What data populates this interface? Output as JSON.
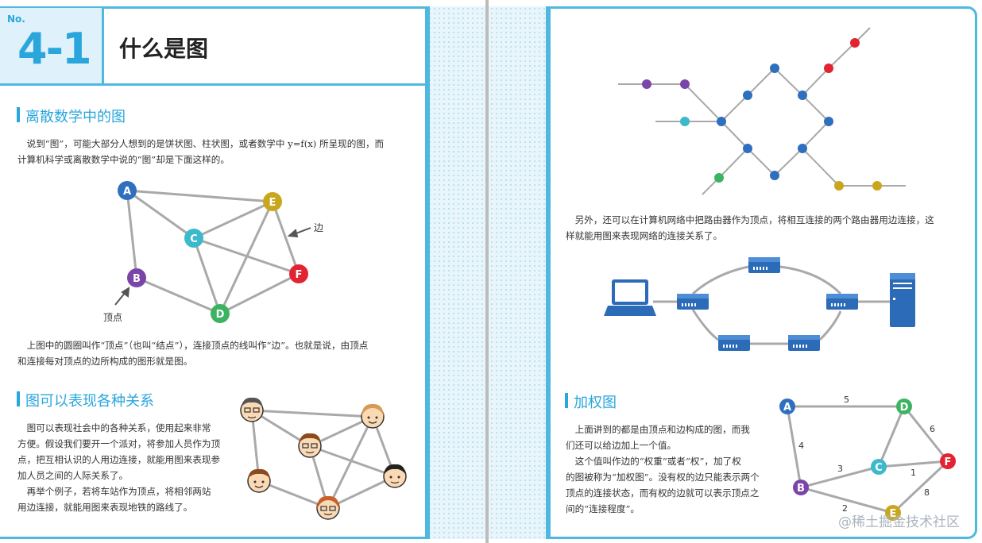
{
  "header": {
    "no_label": "No.",
    "chapter_num": "4-1",
    "title": "什么是图"
  },
  "left": {
    "section1": {
      "heading": "离散数学中的图",
      "para1": [
        "　说到“图”，可能大部分人想到的是饼状图、柱状图，或者数学中 y=f(x) 所呈现的图，而",
        "计算机科学或离散数学中说的“图”却是下面这样的。"
      ],
      "graph_nodes": [
        "A",
        "B",
        "C",
        "D",
        "E",
        "F"
      ],
      "edge_label": "边",
      "vertex_label": "顶点",
      "para2": [
        "　上图中的圆圈叫作“顶点”（也叫“结点”），连接顶点的线叫作“边”。也就是说，由顶点",
        "和连接每对顶点的边所构成的图形就是图。"
      ]
    },
    "section2": {
      "heading": "图可以表现各种关系",
      "para": [
        "　图可以表现社会中的各种关系，使用起来非常",
        "方便。假设我们要开一个派对，将参加人员作为顶",
        "点，把互相认识的人用边连接，就能用图来表现参",
        "加人员之间的人际关系了。",
        "　再举个例子，若将车站作为顶点，将相邻两站",
        "用边连接，就能用图来表现地铁的路线了。"
      ]
    }
  },
  "right": {
    "para_network": [
      "　另外，还可以在计算机网络中把路由器作为顶点，将相互连接的两个路由器用边连接，这",
      "样就能用图来表现网络的连接关系了。"
    ],
    "section3": {
      "heading": "加权图",
      "para": [
        "　上面讲到的都是由顶点和边构成的图，而我",
        "们还可以给边加上一个值。",
        "　这个值叫作边的“权重”或者“权”，加了权",
        "的图被称为“加权图”。没有权的边只能表示两个",
        "顶点的连接状态，而有权的边就可以表示顶点之",
        "间的“连接程度”。"
      ],
      "weighted_nodes": [
        "A",
        "D",
        "C",
        "F",
        "B",
        "E"
      ],
      "weights": [
        "5",
        "4",
        "6",
        "3",
        "1",
        "2",
        "8"
      ]
    }
  },
  "watermark": "@稀土掘金技术社区",
  "colors": {
    "accent": "#2aa6dc",
    "A": "#2f6fbf",
    "B": "#7a45a8",
    "C": "#3db9cc",
    "D": "#3cb361",
    "E": "#c9a61c",
    "F": "#e22332"
  }
}
